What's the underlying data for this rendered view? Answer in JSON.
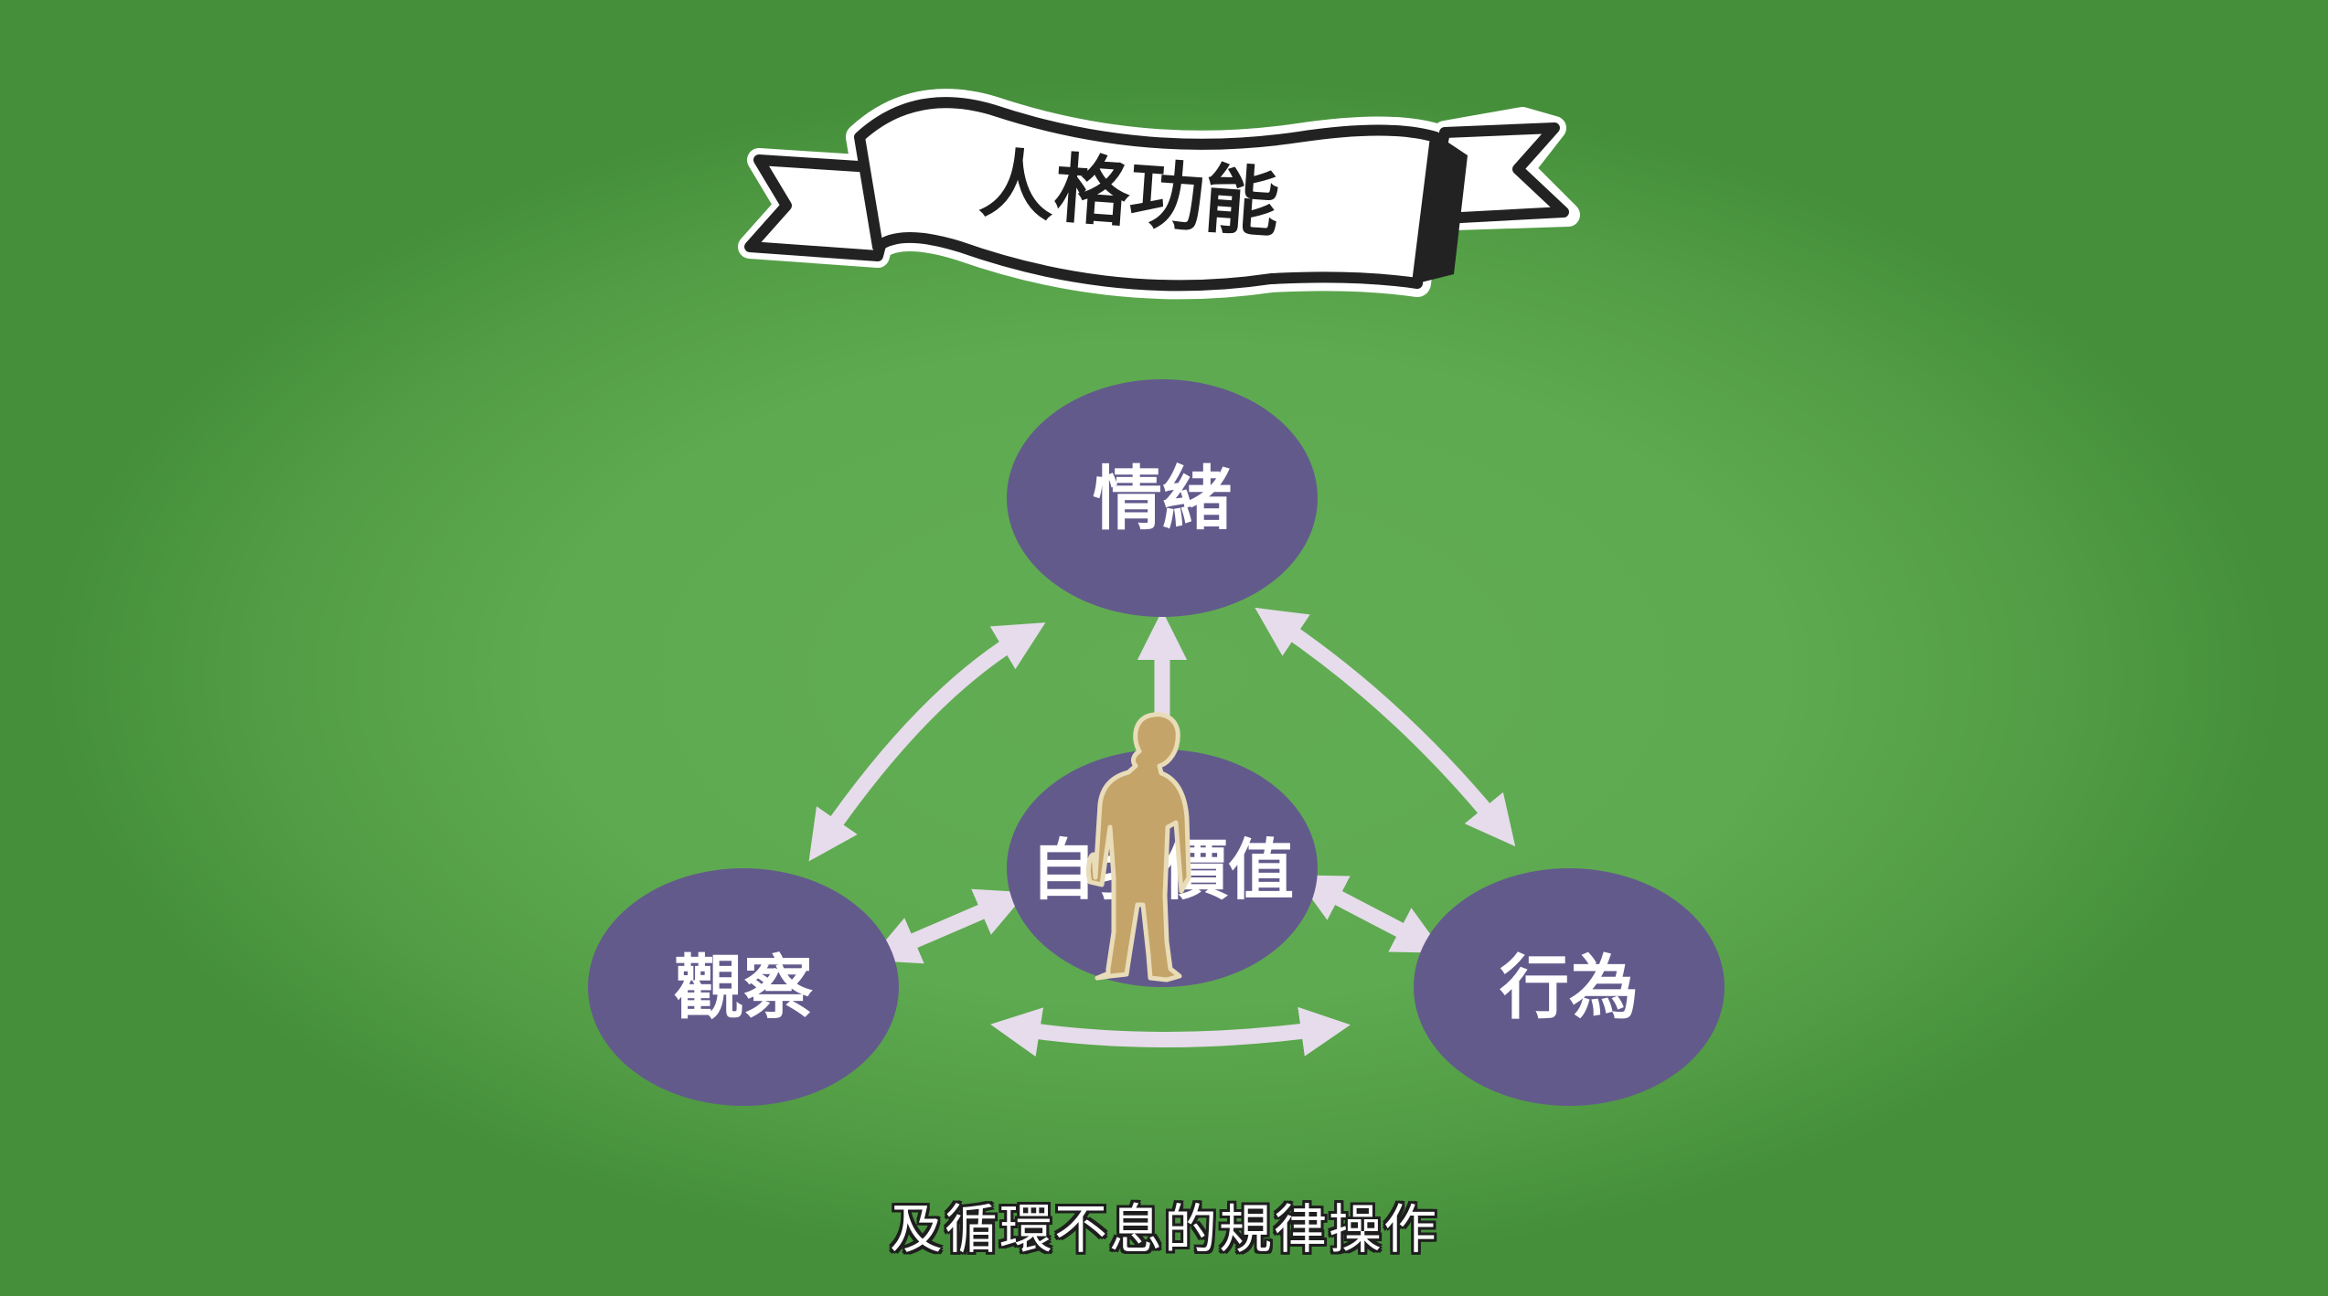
{
  "banner": {
    "title": "人格功能"
  },
  "diagram": {
    "nodes": {
      "top": "情緒",
      "left": "觀察",
      "right": "行為",
      "center": "自我價值"
    }
  },
  "subtitle": "及循環不息的規律操作",
  "colors": {
    "background": "#5eaa50",
    "node_fill": "#635a8c",
    "arrow": "#e6dceb",
    "figure": "#c4a468",
    "banner_fill": "#ffffff",
    "banner_outline": "#222222"
  }
}
